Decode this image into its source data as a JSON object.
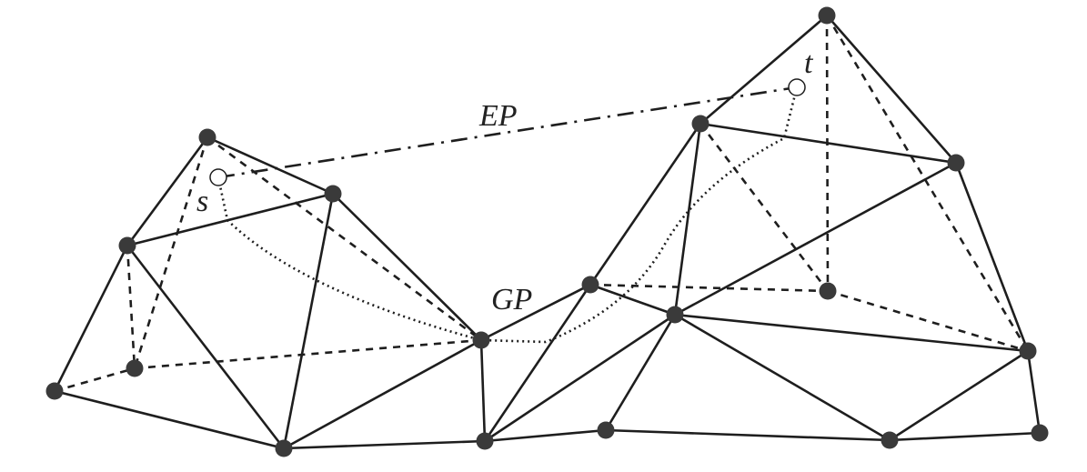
{
  "labels": {
    "ep": "EP",
    "gp": "GP",
    "s": "s",
    "t": "t"
  },
  "colors": {
    "stroke": "#1e1e1e",
    "node": "#3a3a3a"
  },
  "nodes": [
    "A",
    "B",
    "C",
    "D",
    "E",
    "F",
    "G",
    "H",
    "I",
    "J",
    "K",
    "L",
    "M",
    "N",
    "O",
    "P",
    "Q",
    "R"
  ],
  "solid_edges": [
    [
      "A",
      "B"
    ],
    [
      "A",
      "C"
    ],
    [
      "C",
      "B"
    ],
    [
      "C",
      "E"
    ],
    [
      "C",
      "F"
    ],
    [
      "B",
      "F"
    ],
    [
      "B",
      "G"
    ],
    [
      "E",
      "F"
    ],
    [
      "F",
      "G"
    ],
    [
      "F",
      "H"
    ],
    [
      "G",
      "H"
    ],
    [
      "G",
      "I"
    ],
    [
      "I",
      "H"
    ],
    [
      "I",
      "J"
    ],
    [
      "I",
      "K"
    ],
    [
      "K",
      "J"
    ],
    [
      "K",
      "L"
    ],
    [
      "L",
      "M"
    ],
    [
      "K",
      "M"
    ],
    [
      "M",
      "J"
    ],
    [
      "M",
      "O"
    ],
    [
      "J",
      "O"
    ],
    [
      "J",
      "H"
    ],
    [
      "J",
      "R"
    ],
    [
      "J",
      "Q"
    ],
    [
      "H",
      "R"
    ],
    [
      "R",
      "Q"
    ],
    [
      "Q",
      "O"
    ],
    [
      "Q",
      "P"
    ],
    [
      "O",
      "P"
    ]
  ],
  "dashed_edges": [
    [
      "A",
      "D"
    ],
    [
      "C",
      "D"
    ],
    [
      "E",
      "D"
    ],
    [
      "D",
      "G"
    ],
    [
      "A",
      "G"
    ],
    [
      "L",
      "N"
    ],
    [
      "L",
      "O"
    ],
    [
      "K",
      "N"
    ],
    [
      "I",
      "N"
    ],
    [
      "N",
      "O"
    ]
  ],
  "terminals": [
    "s",
    "t"
  ]
}
